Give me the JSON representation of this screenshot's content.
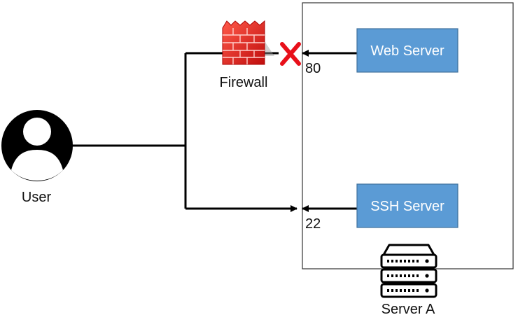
{
  "user": {
    "label": "User"
  },
  "firewall": {
    "label": "Firewall"
  },
  "server_host": {
    "label": "Server A"
  },
  "services": [
    {
      "label": "Web Server",
      "port": "80",
      "blocked": true
    },
    {
      "label": "SSH Server",
      "port": "22",
      "blocked": false
    }
  ],
  "colors": {
    "service_box": "#5b9bd5",
    "service_border": "#41719c",
    "firewall_brick": "#e02020",
    "block_mark": "#e8101a",
    "line": "#000000"
  },
  "icons": {
    "user": "user-avatar-icon",
    "firewall": "brick-wall-icon",
    "server": "server-rack-icon",
    "blocked": "red-x-icon"
  }
}
